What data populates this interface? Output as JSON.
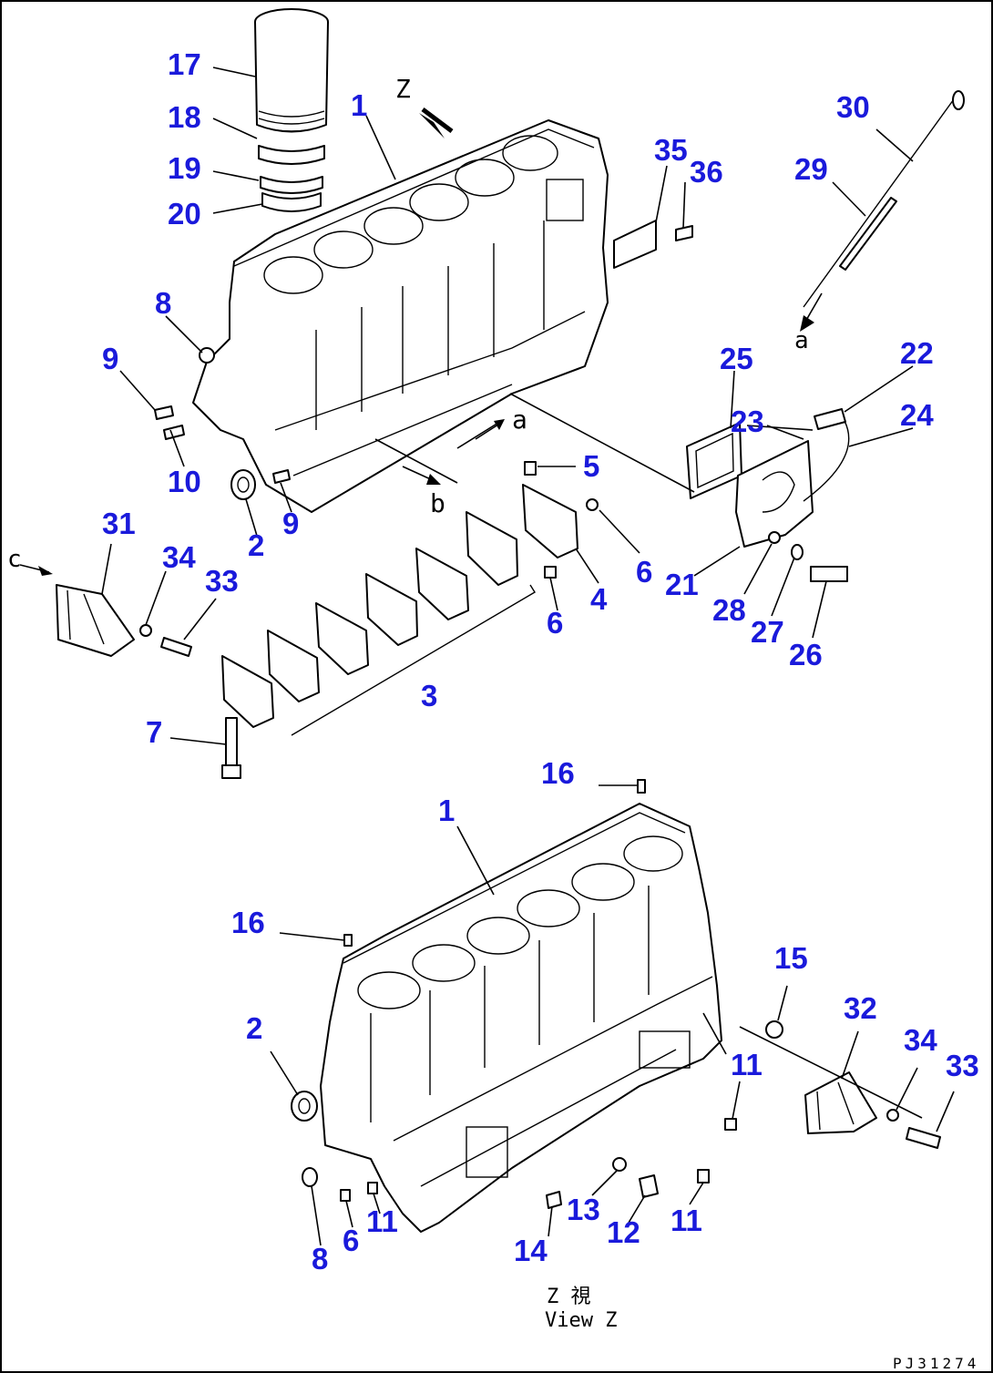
{
  "diagram": {
    "drawing_number": "PJ31274",
    "accent_color": "#1a1adb",
    "line_color": "#000000",
    "annotations": {
      "view_label_jp": "Z 視",
      "view_label_en": "View Z",
      "arrow_z": "Z",
      "ref_a": "a",
      "ref_b": "b",
      "ref_c_left": "c",
      "ref_a_right": "a"
    },
    "part_labels": [
      "17",
      "18",
      "19",
      "20",
      "1",
      "35",
      "36",
      "30",
      "29",
      "8",
      "9",
      "10",
      "2",
      "9",
      "25",
      "23",
      "22",
      "24",
      "5",
      "6",
      "21",
      "4",
      "28",
      "27",
      "26",
      "6",
      "31",
      "34",
      "33",
      "3",
      "7",
      "16",
      "1",
      "16",
      "15",
      "2",
      "32",
      "34",
      "33",
      "11",
      "11",
      "12",
      "13",
      "14",
      "6",
      "11",
      "8"
    ]
  }
}
